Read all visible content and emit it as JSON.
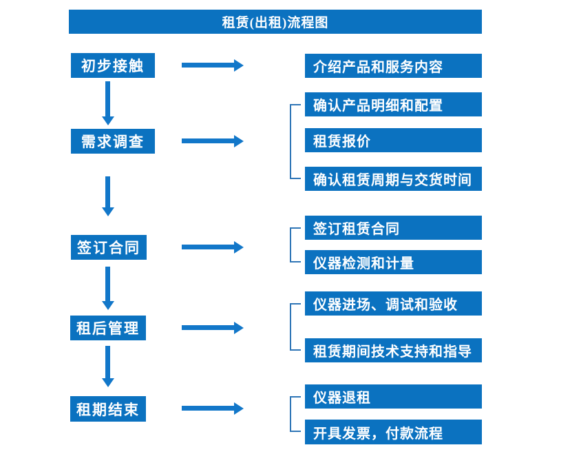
{
  "title": "租赁(出租)流程图",
  "colors": {
    "box_blue": "#0b72c0",
    "arrow_blue": "#1277c9",
    "bracket_blue": "#2e75b6",
    "text_white": "#ffffff",
    "background": "#ffffff"
  },
  "steps": [
    {
      "label": "初步接触",
      "outputs": [
        "介绍产品和服务内容"
      ]
    },
    {
      "label": "需求调查",
      "outputs": [
        "确认产品明细和配置",
        "租赁报价",
        "确认租赁周期与交货时间"
      ]
    },
    {
      "label": "签订合同",
      "outputs": [
        "签订租赁合同",
        "仪器检测和计量"
      ]
    },
    {
      "label": "租后管理",
      "outputs": [
        "仪器进场、调试和验收",
        "租赁期间技术支持和指导"
      ]
    },
    {
      "label": "租期结束",
      "outputs": [
        "仪器退租",
        "开具发票，付款流程"
      ]
    }
  ]
}
